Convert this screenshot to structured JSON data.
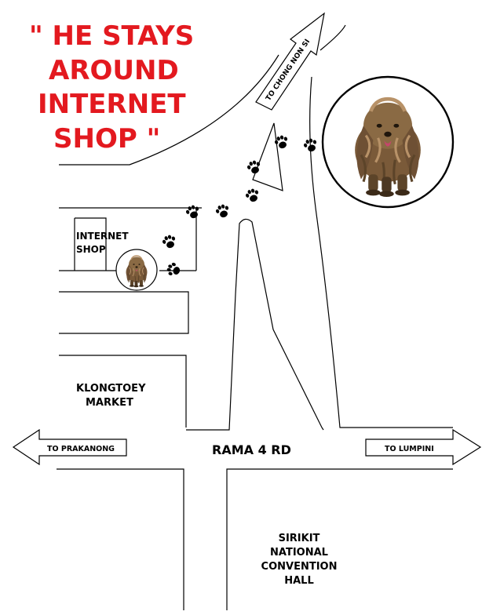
{
  "title": {
    "lines": [
      "\" HE STAYS",
      "AROUND",
      "INTERNET",
      "SHOP \""
    ],
    "color": "#e3191f"
  },
  "labels": {
    "main_road": "RAMA 4 RD",
    "to_prakanong": "TO PRAKANONG",
    "to_lumpini": "TO LUMPINI",
    "to_chong_non_si": "TO CHONG NON SI",
    "internet_shop": [
      "INTERNET",
      "SHOP"
    ],
    "klongtoey_market": [
      "KLONGTOEY",
      "MARKET"
    ],
    "sirikit_hall": [
      "SIRIKIT",
      "NATIONAL",
      "CONVENTION",
      "HALL"
    ]
  },
  "icons": {
    "paw": "paw-print-icon",
    "dog": "shaggy-dog-photo"
  },
  "colors": {
    "road_line": "#000000",
    "dog_fur": "#8a6a44",
    "dog_fur_dark": "#5c4429",
    "dog_fur_light": "#b89268"
  }
}
